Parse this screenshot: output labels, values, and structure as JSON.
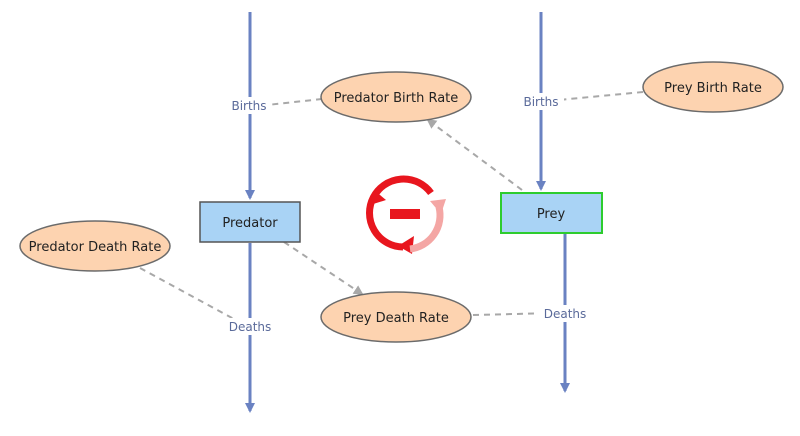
{
  "diagram": {
    "stocks": {
      "predator": {
        "label": "Predator"
      },
      "prey": {
        "label": "Prey"
      }
    },
    "flows": {
      "predator_births": "Births",
      "predator_deaths": "Deaths",
      "prey_births": "Births",
      "prey_deaths": "Deaths"
    },
    "variables": {
      "predator_birth_rate": "Predator Birth Rate",
      "predator_death_rate": "Predator Death Rate",
      "prey_birth_rate": "Prey Birth Rate",
      "prey_death_rate": "Prey Death Rate"
    },
    "loop": {
      "polarity_icon": "negative-feedback-loop-icon"
    },
    "colors": {
      "flow": "#6a82c2",
      "link": "#a8a8a8",
      "variable_fill": "#fdd3b0",
      "variable_stroke": "#6b6b6b",
      "stock_fill": "#a9d3f5",
      "predator_stroke": "#555555",
      "prey_stroke": "#2ecc2e",
      "loop": "#e8161e"
    }
  }
}
